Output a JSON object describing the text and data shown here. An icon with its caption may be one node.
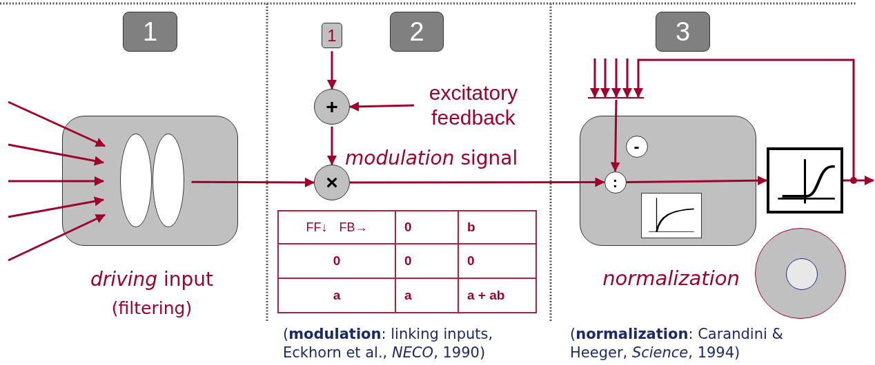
{
  "diagram": {
    "nodes": [
      {
        "text": [
          "1"
        ]
      },
      {
        "text": [
          "2"
        ]
      },
      {
        "text": [
          "3"
        ]
      },
      {
        "text": [],
        "shape": "box"
      },
      {
        "text": [],
        "shape": "ellipse",
        "in": 3
      },
      {
        "text": [],
        "shape": "ellipse",
        "in": 3
      },
      {
        "text": [
          "1"
        ]
      },
      {
        "text": [
          "+"
        ]
      },
      {
        "text": [
          "×"
        ]
      },
      {
        "text": [
          "excitatory feedback"
        ]
      },
      {
        "text": [],
        "shape": "box"
      },
      {
        "text": [
          "-"
        ],
        "in": 10
      },
      {
        "text": [
          ":"
        ],
        "in": 10
      },
      {
        "text": [],
        "shape": "picture",
        "in": 10
      },
      {
        "text": [],
        "shape": "picture"
      },
      {
        "text": [],
        "shape": "bar"
      },
      {
        "text": [],
        "shape": "circle"
      },
      {
        "text": [],
        "shape": "circle",
        "in": 16
      }
    ],
    "edges": [
      {
        "from": null,
        "to": 3,
        "arrow": "to"
      },
      {
        "from": null,
        "to": 3,
        "arrow": "to"
      },
      {
        "from": null,
        "to": 3,
        "arrow": "to"
      },
      {
        "from": null,
        "to": 3,
        "arrow": "to"
      },
      {
        "from": null,
        "to": 3,
        "arrow": "to"
      },
      {
        "from": 5,
        "to": 8,
        "arrow": "to"
      },
      {
        "from": 6,
        "to": 7,
        "arrow": "to"
      },
      {
        "from": 9,
        "to": 7,
        "arrow": "to"
      },
      {
        "from": 7,
        "to": 8,
        "arrow": "to"
      },
      {
        "from": 8,
        "to": 12,
        "arrow": "to"
      },
      {
        "from": 12,
        "to": 14,
        "arrow": "to"
      },
      {
        "from": 14,
        "to": null,
        "arrow": "to"
      },
      {
        "from": 14,
        "to": 15,
        "arrow": "to"
      },
      {
        "from": null,
        "to": 15,
        "arrow": "to"
      },
      {
        "from": null,
        "to": 15,
        "arrow": "to"
      },
      {
        "from": null,
        "to": 15,
        "arrow": "to"
      },
      {
        "from": null,
        "to": 15,
        "arrow": "to"
      },
      {
        "from": 15,
        "to": 12,
        "arrow": "to"
      }
    ],
    "labels": [
      "*driving* input",
      "(filtering)",
      "*modulation* signal",
      "FF↓ FB→",
      "0",
      "b",
      "0",
      "0",
      "0",
      "a",
      "a",
      "a + ab",
      "normalization",
      "(**modulation**: linking inputs, Eckhorn et al., *NECO*, 1990)",
      "(**normalization**: Carandini & Heeger, *Science*, 1994)"
    ]
  }
}
